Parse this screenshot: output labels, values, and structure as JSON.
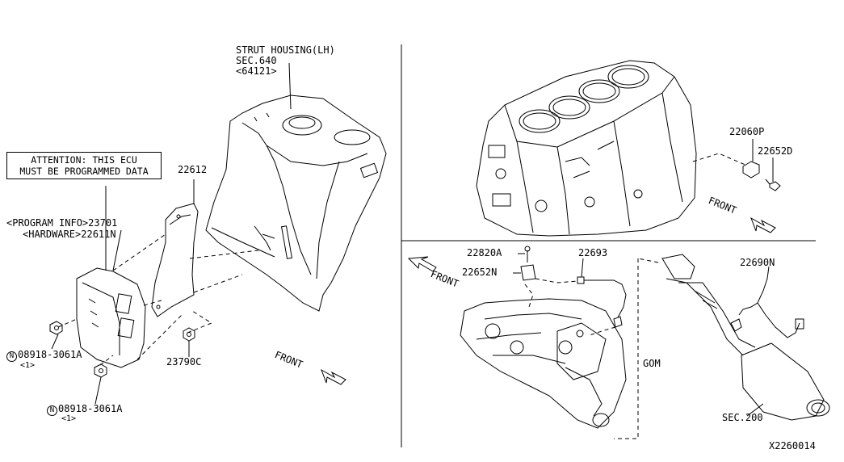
{
  "labels": {
    "strut_housing": [
      "STRUT HOUSING(LH)",
      "SEC.640",
      "<64121>"
    ],
    "ecu_note": [
      "ATTENTION: THIS ECU",
      "MUST BE PROGRAMMED DATA"
    ],
    "program_info": "<PROGRAM INFO>23701",
    "hardware": "<HARDWARE>22611N",
    "p22612": "22612",
    "nut1_part": "08918-3061A",
    "nut1_qty": "<1>",
    "nut2_part": "08918-3061A",
    "nut2_qty": "<1>",
    "nut_symbol": "N",
    "p23790c": "23790C",
    "front_1": "FRONT",
    "p22060p": "22060P",
    "p22652d": "22652D",
    "front_2": "FRONT",
    "p22820a": "22820A",
    "p22652n": "22652N",
    "front_3": "FRONT",
    "p22693": "22693",
    "p22690n": "22690N",
    "gom": "GOM",
    "sec200": "SEC.200",
    "diagram_id": "X2260014"
  },
  "colors": {
    "ink": "#000000",
    "paper": "#ffffff"
  }
}
